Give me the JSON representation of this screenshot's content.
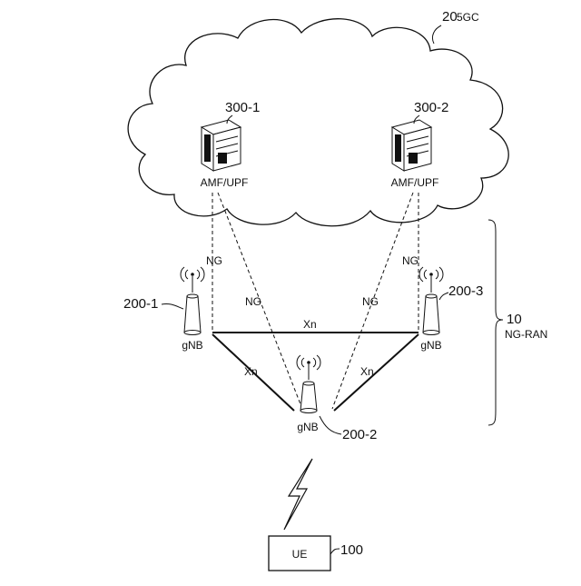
{
  "core": {
    "ref": "20",
    "ref_sub": "5GC"
  },
  "servers": [
    {
      "ref": "300-1",
      "label": "AMF/UPF"
    },
    {
      "ref": "300-2",
      "label": "AMF/UPF"
    }
  ],
  "ran": {
    "ref": "10",
    "label": "NG-RAN"
  },
  "gnbs": [
    {
      "ref": "200-1",
      "label": "gNB"
    },
    {
      "ref": "200-2",
      "label": "gNB"
    },
    {
      "ref": "200-3",
      "label": "gNB"
    }
  ],
  "links": {
    "ng_label": "NG",
    "xn_label": "Xn"
  },
  "ue": {
    "ref": "100",
    "label": "UE"
  }
}
